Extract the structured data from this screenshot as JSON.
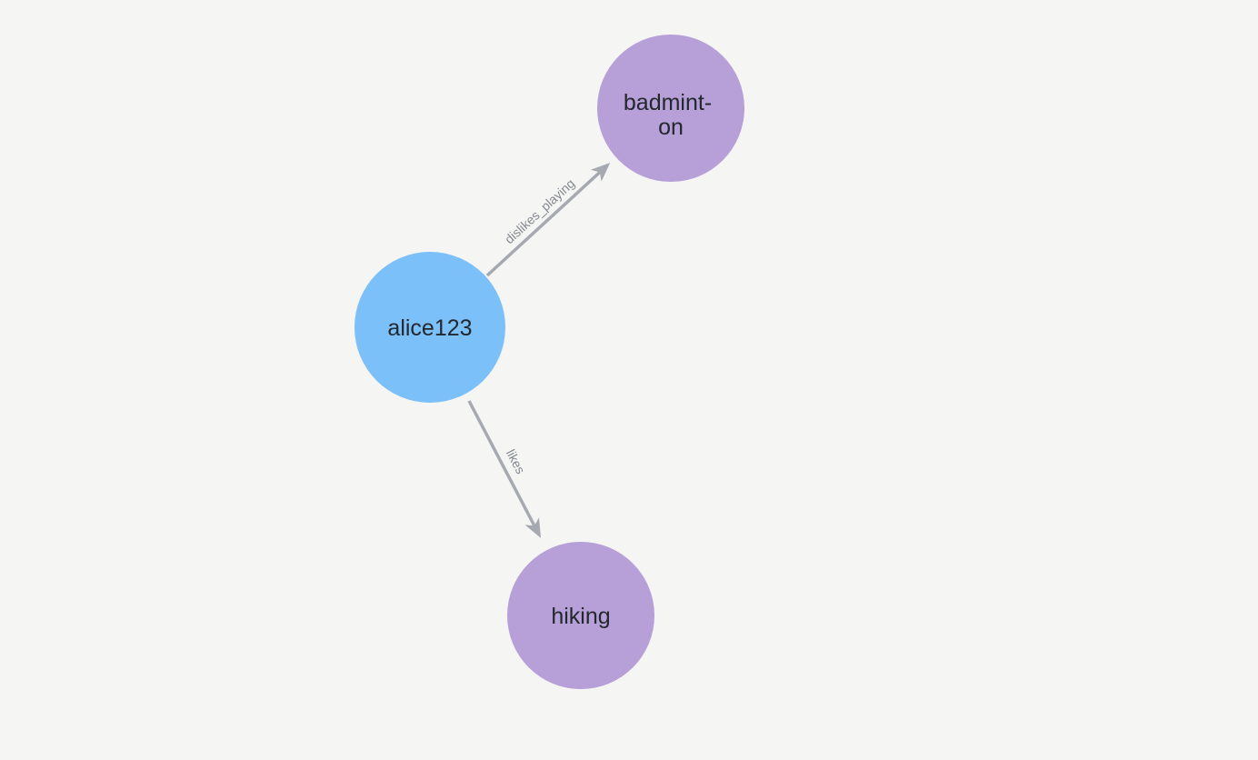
{
  "canvas": {
    "background": "#f5f5f4"
  },
  "colors": {
    "user_node": "#7cc0fa",
    "hobby_node": "#b79fd8",
    "edge": "#a6aab0",
    "edge_label": "#84888e",
    "node_label": "#23272e"
  },
  "nodes": [
    {
      "id": "alice123",
      "label": "alice123",
      "kind": "user"
    },
    {
      "id": "badminton",
      "label_line1": "badmint-",
      "label_line2": "on",
      "kind": "hobby"
    },
    {
      "id": "hiking",
      "label": "hiking",
      "kind": "hobby"
    }
  ],
  "edges": [
    {
      "label": "dislikes_playing",
      "from": "alice123",
      "to": "badminton"
    },
    {
      "label": "likes",
      "from": "alice123",
      "to": "hiking"
    }
  ]
}
